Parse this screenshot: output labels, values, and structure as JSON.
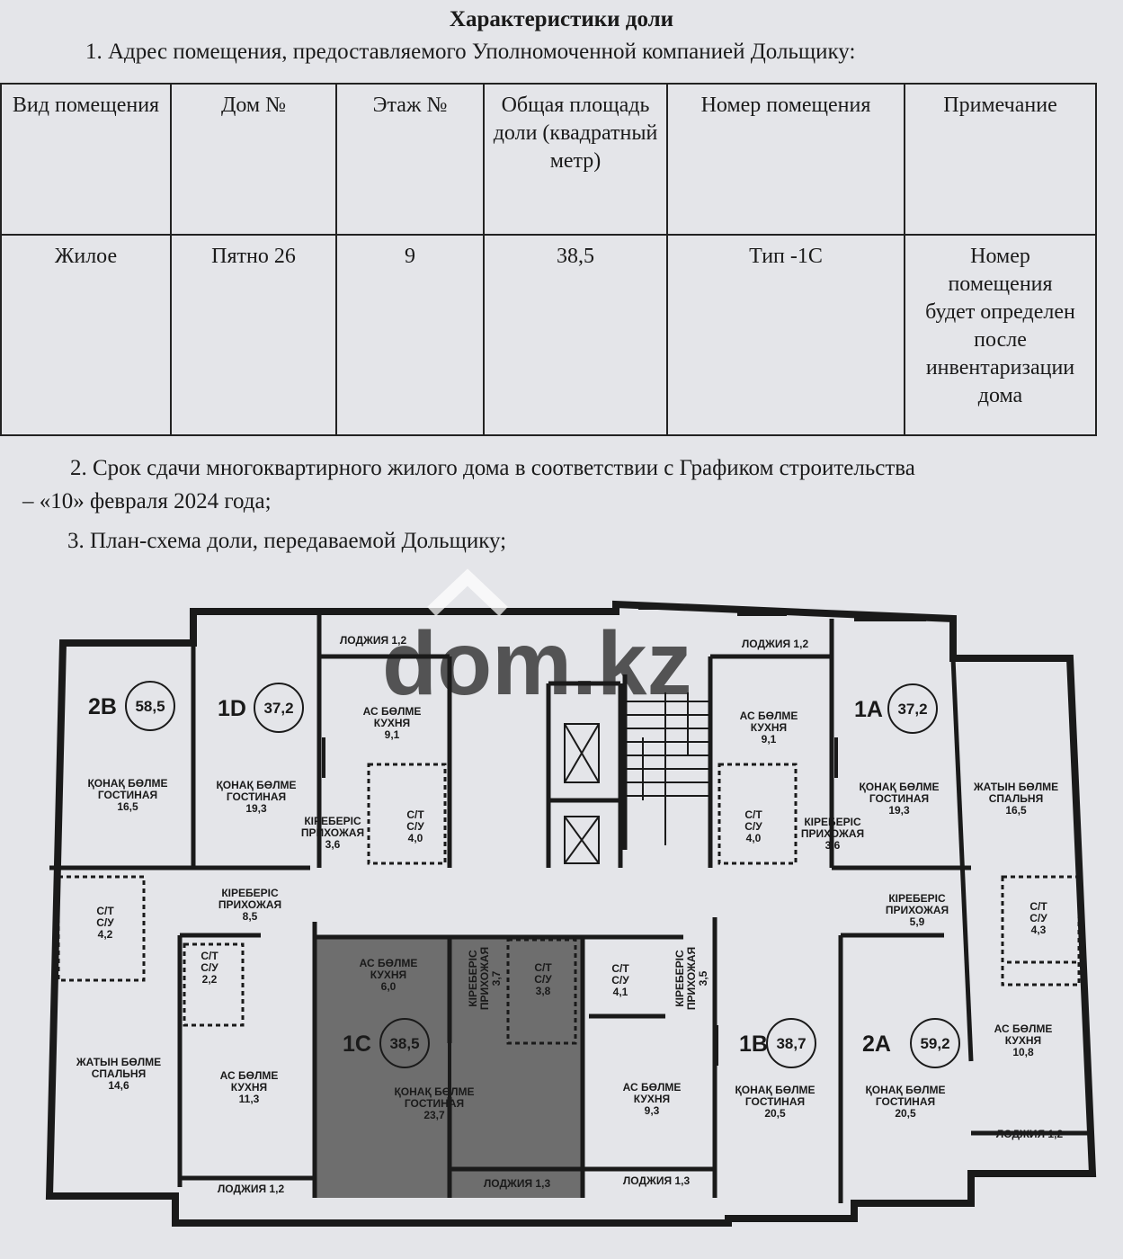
{
  "header": {
    "title": "Характеристики доли"
  },
  "section1": {
    "text": "1. Адрес помещения, предоставляемого Уполномоченной компанией Дольщику:"
  },
  "table": {
    "headers": [
      "Вид помещения",
      "Дом №",
      "Этаж №",
      "Общая площадь доли (квадратный метр)",
      "Номер помещения",
      "Примечание"
    ],
    "row": [
      "Жилое",
      "Пятно 26",
      "9",
      "38,5",
      "Тип -1С",
      "Номер помещения будет определен после инвентаризации дома"
    ]
  },
  "section2": {
    "line1": "2. Срок сдачи многоквартирного жилого дома в соответствии с Графиком строительства",
    "line2": "– «10» февраля 2024 года;"
  },
  "section3": {
    "text": "3. План-схема доли, передаваемой Дольщику;"
  },
  "watermark": {
    "text": "dom.kz"
  },
  "colors": {
    "highlight": "#6e6e6e",
    "line": "#1a1a1a",
    "paper": "#e4e5e9"
  },
  "plan": {
    "units": [
      {
        "id": "2B",
        "label": "2В",
        "area": "58,5"
      },
      {
        "id": "1D",
        "label": "1D",
        "area": "37,2"
      },
      {
        "id": "1A",
        "label": "1А",
        "area": "37,2"
      },
      {
        "id": "1C",
        "label": "1С",
        "area": "38,5"
      },
      {
        "id": "1B",
        "label": "1В",
        "area": "38,7"
      },
      {
        "id": "2A",
        "label": "2А",
        "area": "59,2"
      }
    ],
    "rooms": [
      {
        "kz": "ЛОДЖИЯ 1,2"
      },
      {
        "kz": "ЛОДЖИЯ 1,2"
      },
      {
        "kz": "АС БӨЛМЕ",
        "ru": "КУХНЯ",
        "area": "9,1"
      },
      {
        "kz": "АС БӨЛМЕ",
        "ru": "КУХНЯ",
        "area": "9,1"
      },
      {
        "kz": "ҚОНАҚ БӨЛМЕ",
        "ru": "ГОСТИНАЯ",
        "area": "16,5"
      },
      {
        "kz": "ҚОНАҚ БӨЛМЕ",
        "ru": "ГОСТИНАЯ",
        "area": "19,3"
      },
      {
        "kz": "ҚОНАҚ БӨЛМЕ",
        "ru": "ГОСТИНАЯ",
        "area": "19,3"
      },
      {
        "kz": "ЖАТЫН БӨЛМЕ",
        "ru": "СПАЛЬНЯ",
        "area": "16,5"
      },
      {
        "kz": "КІРЕБЕРІС",
        "ru": "ПРИХОЖАЯ",
        "area": "3,6"
      },
      {
        "kz": "КІРЕБЕРІС",
        "ru": "ПРИХОЖАЯ",
        "area": "3,6"
      },
      {
        "kz": "С/Т",
        "ru": "С/У",
        "area": "4,0"
      },
      {
        "kz": "С/Т",
        "ru": "С/У",
        "area": "4,0"
      },
      {
        "kz": "КІРЕБЕРІС",
        "ru": "ПРИХОЖАЯ",
        "area": "8,5"
      },
      {
        "kz": "КІРЕБЕРІС",
        "ru": "ПРИХОЖАЯ",
        "area": "5,9"
      },
      {
        "kz": "С/Т",
        "ru": "С/У",
        "area": "4,2"
      },
      {
        "kz": "С/Т",
        "ru": "С/У",
        "area": "4,3"
      },
      {
        "kz": "С/Т",
        "ru": "С/У",
        "area": "2,2"
      },
      {
        "kz": "АС БӨЛМЕ",
        "ru": "КУХНЯ",
        "area": "6,0"
      },
      {
        "kz": "КІРЕБЕРІС",
        "ru": "ПРИХОЖАЯ",
        "area": "3,7"
      },
      {
        "kz": "С/Т",
        "ru": "С/У",
        "area": "3,8"
      },
      {
        "kz": "С/Т",
        "ru": "С/У",
        "area": "4,1"
      },
      {
        "kz": "КІРЕБЕРІС",
        "ru": "ПРИХОЖАЯ",
        "area": "3,5"
      },
      {
        "kz": "АС БӨЛМЕ",
        "ru": "КУХНЯ",
        "area": "10,8"
      },
      {
        "kz": "ЖАТЫН БӨЛМЕ",
        "ru": "СПАЛЬНЯ",
        "area": "14,6"
      },
      {
        "kz": "АС БӨЛМЕ",
        "ru": "КУХНЯ",
        "area": "11,3"
      },
      {
        "kz": "ҚОНАҚ БӨЛМЕ",
        "ru": "ГОСТИНАЯ",
        "area": "23,7"
      },
      {
        "kz": "АС БӨЛМЕ",
        "ru": "КУХНЯ",
        "area": "9,3"
      },
      {
        "kz": "ҚОНАҚ БӨЛМЕ",
        "ru": "ГОСТИНАЯ",
        "area": "20,5"
      },
      {
        "kz": "ҚОНАҚ БӨЛМЕ",
        "ru": "ГОСТИНАЯ",
        "area": "20,5"
      },
      {
        "kz": "ЛОДЖИЯ 1,2"
      },
      {
        "kz": "ЛОДЖИЯ 1,2"
      },
      {
        "kz": "ЛОДЖИЯ 1,3"
      },
      {
        "kz": "ЛОДЖИЯ 1,3"
      }
    ]
  }
}
